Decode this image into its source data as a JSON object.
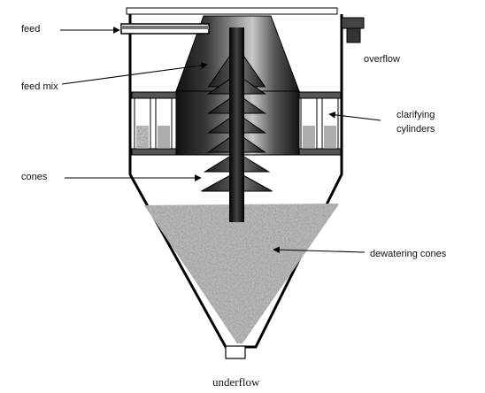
{
  "labels": {
    "feed": "feed",
    "overflow": "overflow",
    "feed_mix": "feed mix",
    "clarifying_line1": "clarifying",
    "clarifying_line2": "cylinders",
    "cones": "cones",
    "dewatering": "dewatering cones",
    "underflow": "underflow"
  },
  "colors": {
    "outline": "#000000",
    "cylinder_dark": "#2a2a2a",
    "cylinder_light": "#bcbcbc",
    "cone_dark": "#111111",
    "sediment_base": "#9a9a9a",
    "background": "#ffffff"
  },
  "icons": [
    "feed-arrow",
    "overflow-pipe",
    "clarifying-cylinder",
    "stacked-cone",
    "sediment-texture"
  ]
}
